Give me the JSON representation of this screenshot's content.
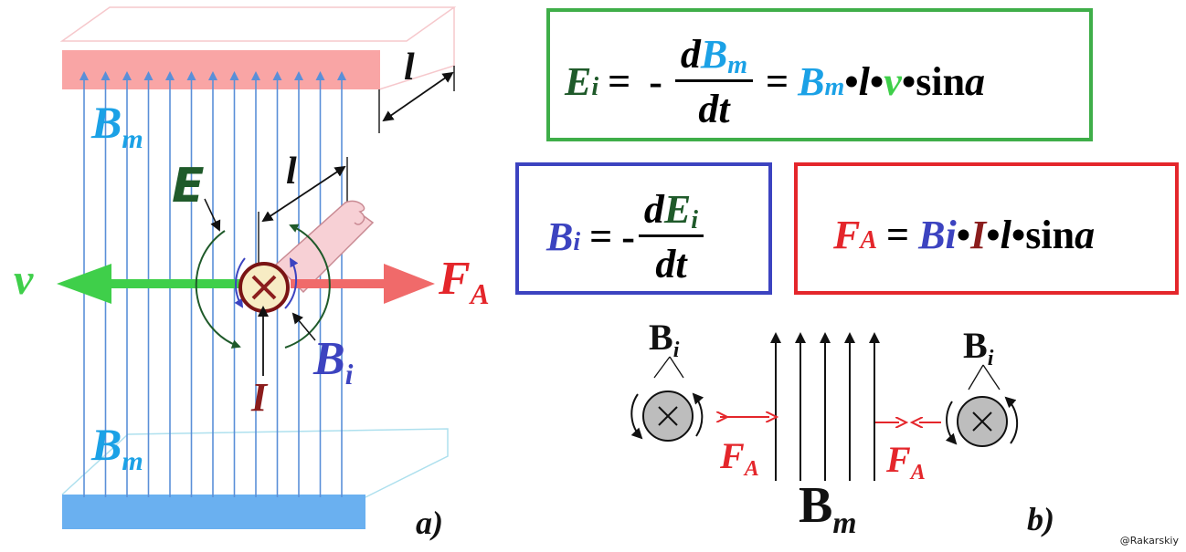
{
  "colors": {
    "green": "#3fcf4a",
    "dark_green": "#1f5a2a",
    "cyan": "#1ba1e6",
    "blue": "#3c43c0",
    "red": "#e4262b",
    "dark_red": "#8b1d1d",
    "field_line": "#5a8fd8",
    "top_plate": "#f9a5a5",
    "bottom_plate": "#6ab0f0"
  },
  "panel_a": {
    "Bm_top": "B",
    "Bm_top_sub": "m",
    "Bm_bottom": "B",
    "Bm_bottom_sub": "m",
    "E": "E",
    "l_top": "l",
    "l_mid": "l",
    "v": "v",
    "FA": "F",
    "FA_sub": "A",
    "Bi": "B",
    "Bi_sub": "i",
    "I": "I",
    "caption": "a)"
  },
  "formula_green": {
    "lhs": "E",
    "lhs_sub": "i",
    "eq1": "=",
    "minus": "-",
    "num_d": "d",
    "num_B": "B",
    "num_sub": "m",
    "den": "dt",
    "eq2": "=",
    "r_B": "B",
    "r_sub": "m",
    "dot1": "•",
    "r_l": "l",
    "dot2": "•",
    "r_v": "v",
    "dot3": "•",
    "r_sin": "sin",
    "r_a": "a"
  },
  "formula_blue": {
    "lhs": "B",
    "lhs_sub": "i",
    "eq": "=",
    "minus": "-",
    "num_d": "d",
    "num_E": "E",
    "num_sub": "i",
    "den": "dt"
  },
  "formula_red": {
    "lhs": "F",
    "lhs_sub": "A",
    "eq": "=",
    "r_B": "B",
    "r_i": "i",
    "dot1": "•",
    "r_I": "I",
    "dot2": "•",
    "r_l": "l",
    "dot3": "•",
    "r_sin": "sin",
    "r_a": "a"
  },
  "panel_b": {
    "Bi_left": "B",
    "Bi_left_sub": "i",
    "Bi_right": "B",
    "Bi_right_sub": "i",
    "FA_left": "F",
    "FA_left_sub": "A",
    "FA_right": "F",
    "FA_right_sub": "A",
    "Bm": "B",
    "Bm_sub": "m",
    "caption": "b)"
  },
  "watermark": "@Rakarskiy"
}
